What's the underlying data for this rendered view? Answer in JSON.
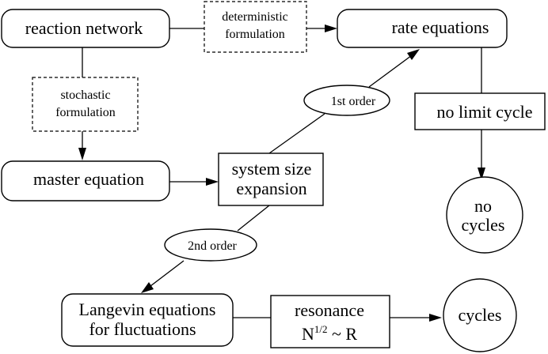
{
  "nodes": {
    "reaction_network": "reaction network",
    "deterministic_formulation": [
      "deterministic",
      "formulation"
    ],
    "rate_equations": "rate equations",
    "stochastic_formulation": [
      "stochastic",
      "formulation"
    ],
    "no_limit_cycle": "no limit cycle",
    "first_order": "1st order",
    "system_size_expansion": [
      "system size",
      "expansion"
    ],
    "master_equation": "master equation",
    "no_cycles": [
      "no",
      "cycles"
    ],
    "second_order": "2nd order",
    "langevin_equations": [
      "Langevin equations",
      "for fluctuations"
    ],
    "resonance": "resonance",
    "resonance_formula": {
      "base": "N",
      "exponent": "1/2",
      "rest": " ~ R"
    },
    "cycles": "cycles"
  }
}
